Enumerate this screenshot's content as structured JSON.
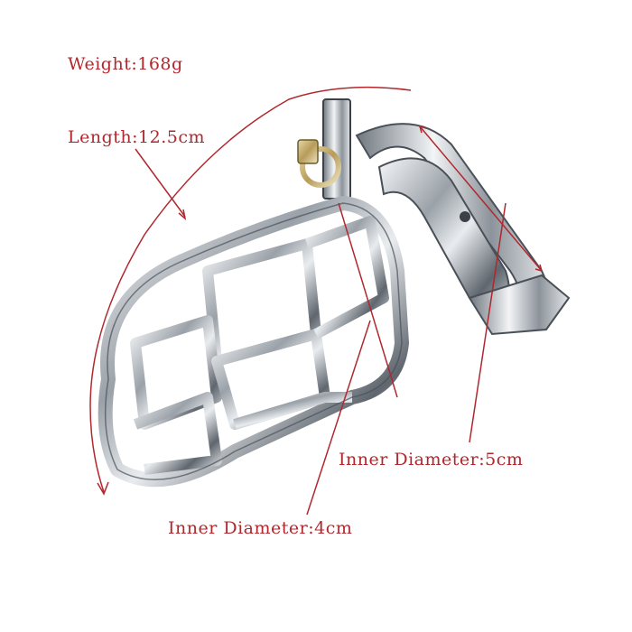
{
  "labels": {
    "weight": "Weight:168g",
    "length": "Length:12.5cm",
    "inner_diameter_ring": "Inner Diameter:5cm",
    "inner_diameter_cage": "Inner Diameter:4cm"
  },
  "colors": {
    "annotation": "#b0282e",
    "metal_light": "#f4f6f8",
    "metal_dark": "#5a6068",
    "background": "#ffffff"
  }
}
